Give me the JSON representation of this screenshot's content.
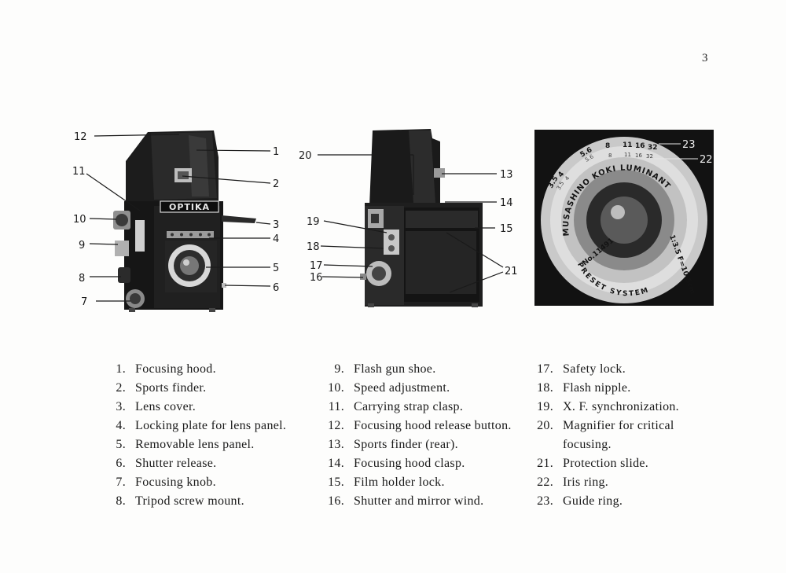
{
  "page_number": "3",
  "figure_front": {
    "brand_label": "OPTIKA",
    "callouts": [
      "12",
      "1",
      "11",
      "2",
      "10",
      "3",
      "9",
      "4",
      "5",
      "8",
      "6",
      "7"
    ]
  },
  "figure_side": {
    "callouts": [
      "20",
      "13",
      "14",
      "19",
      "15",
      "18",
      "17",
      "16",
      "21"
    ]
  },
  "figure_lens": {
    "ring_text_top": "MUSASHINO KOKI   LUMINANT",
    "ring_text_right": "1:3.5  F=10.5cm",
    "ring_serial": "No.11491",
    "ring_bottom": "PRESET SYSTEM",
    "scale_outer": [
      "3.5",
      "4",
      "5.6",
      "8",
      "11",
      "16",
      "32"
    ],
    "scale_inner": [
      "3.5",
      "4",
      "5.6",
      "8",
      "11",
      "16",
      "32"
    ],
    "callouts": [
      "23",
      "22"
    ]
  },
  "legend": {
    "col1": [
      {
        "num": "1.",
        "text": "Focusing hood."
      },
      {
        "num": "2.",
        "text": "Sports finder."
      },
      {
        "num": "3.",
        "text": "Lens cover."
      },
      {
        "num": "4.",
        "text": "Locking plate for lens panel."
      },
      {
        "num": "5.",
        "text": "Removable lens panel."
      },
      {
        "num": "6.",
        "text": "Shutter release."
      },
      {
        "num": "7.",
        "text": "Focusing knob."
      },
      {
        "num": "8.",
        "text": "Tripod screw mount."
      }
    ],
    "col2": [
      {
        "num": "9.",
        "text": "Flash gun shoe."
      },
      {
        "num": "10.",
        "text": "Speed adjustment."
      },
      {
        "num": "11.",
        "text": "Carrying strap clasp."
      },
      {
        "num": "12.",
        "text": "Focusing hood release button."
      },
      {
        "num": "13.",
        "text": "Sports finder (rear)."
      },
      {
        "num": "14.",
        "text": "Focusing hood clasp."
      },
      {
        "num": "15.",
        "text": "Film holder lock."
      },
      {
        "num": "16.",
        "text": "Shutter and mirror wind."
      }
    ],
    "col3": [
      {
        "num": "17.",
        "text": "Safety lock."
      },
      {
        "num": "18.",
        "text": "Flash nipple."
      },
      {
        "num": "19.",
        "text": "X. F. synchronization."
      },
      {
        "num": "20.",
        "text": "Magnifier for critical focusing."
      },
      {
        "num": "21.",
        "text": "Protection slide."
      },
      {
        "num": "22.",
        "text": "Iris ring."
      },
      {
        "num": "23.",
        "text": "Guide ring."
      }
    ]
  }
}
